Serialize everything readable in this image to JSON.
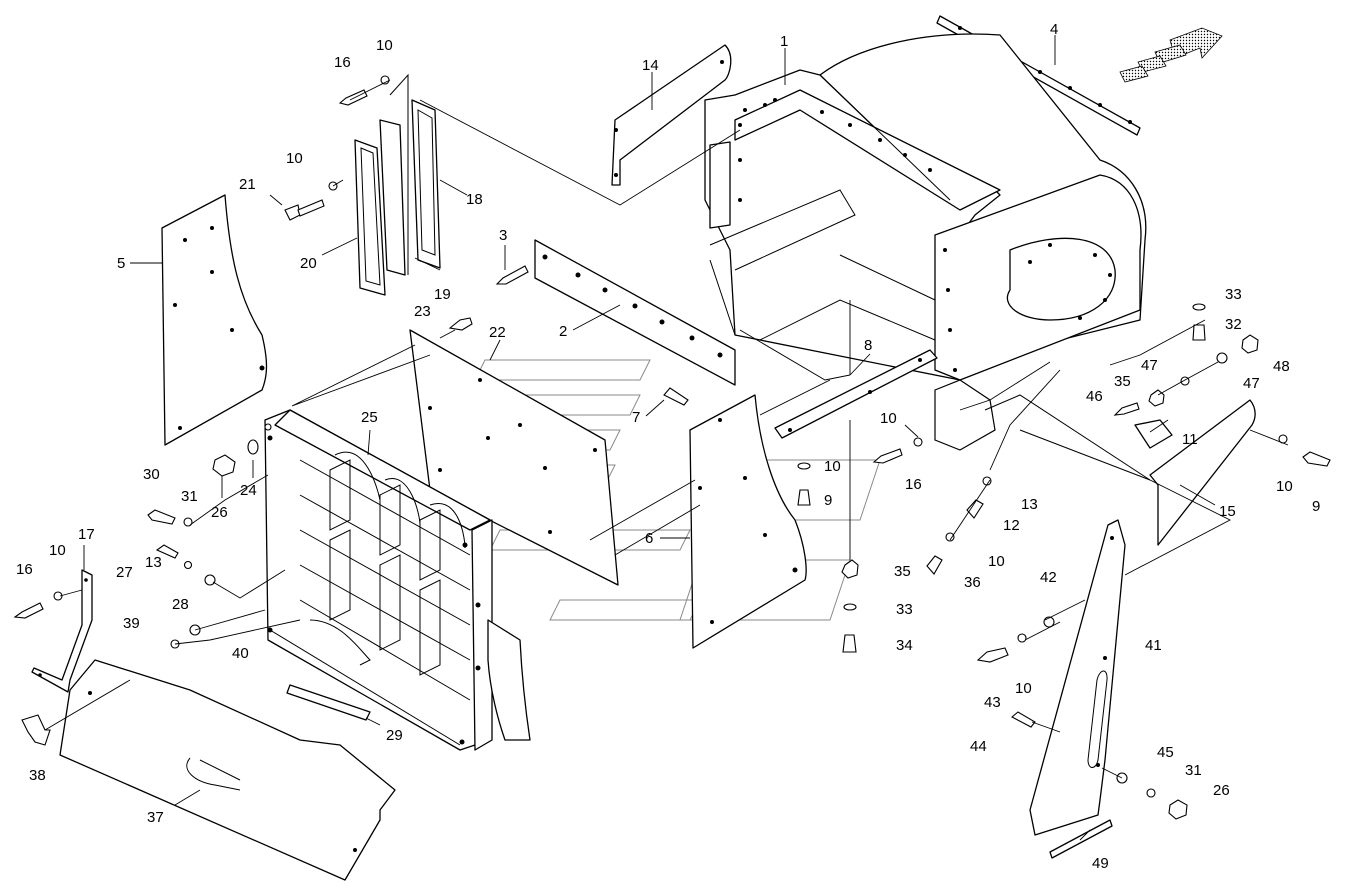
{
  "diagram": {
    "callouts": [
      {
        "id": "c-1",
        "text": "1"
      },
      {
        "id": "c-2",
        "text": "2"
      },
      {
        "id": "c-3",
        "text": "3"
      },
      {
        "id": "c-4",
        "text": "4"
      },
      {
        "id": "c-5",
        "text": "5"
      },
      {
        "id": "c-6",
        "text": "6"
      },
      {
        "id": "c-7",
        "text": "7"
      },
      {
        "id": "c-8",
        "text": "8"
      },
      {
        "id": "c-9a",
        "text": "9"
      },
      {
        "id": "c-9b",
        "text": "9"
      },
      {
        "id": "c-10a",
        "text": "10"
      },
      {
        "id": "c-10b",
        "text": "10"
      },
      {
        "id": "c-10c",
        "text": "10"
      },
      {
        "id": "c-10d",
        "text": "10"
      },
      {
        "id": "c-10e",
        "text": "10"
      },
      {
        "id": "c-10f",
        "text": "10"
      },
      {
        "id": "c-10g",
        "text": "10"
      },
      {
        "id": "c-10h",
        "text": "10"
      },
      {
        "id": "c-11",
        "text": "11"
      },
      {
        "id": "c-12",
        "text": "12"
      },
      {
        "id": "c-13a",
        "text": "13"
      },
      {
        "id": "c-13b",
        "text": "13"
      },
      {
        "id": "c-14",
        "text": "14"
      },
      {
        "id": "c-15",
        "text": "15"
      },
      {
        "id": "c-16a",
        "text": "16"
      },
      {
        "id": "c-16b",
        "text": "16"
      },
      {
        "id": "c-16c",
        "text": "16"
      },
      {
        "id": "c-17",
        "text": "17"
      },
      {
        "id": "c-18",
        "text": "18"
      },
      {
        "id": "c-19",
        "text": "19"
      },
      {
        "id": "c-20",
        "text": "20"
      },
      {
        "id": "c-21",
        "text": "21"
      },
      {
        "id": "c-22",
        "text": "22"
      },
      {
        "id": "c-23",
        "text": "23"
      },
      {
        "id": "c-24",
        "text": "24"
      },
      {
        "id": "c-25",
        "text": "25"
      },
      {
        "id": "c-26a",
        "text": "26"
      },
      {
        "id": "c-26b",
        "text": "26"
      },
      {
        "id": "c-27",
        "text": "27"
      },
      {
        "id": "c-28",
        "text": "28"
      },
      {
        "id": "c-29",
        "text": "29"
      },
      {
        "id": "c-30",
        "text": "30"
      },
      {
        "id": "c-31a",
        "text": "31"
      },
      {
        "id": "c-31b",
        "text": "31"
      },
      {
        "id": "c-32",
        "text": "32"
      },
      {
        "id": "c-33a",
        "text": "33"
      },
      {
        "id": "c-33b",
        "text": "33"
      },
      {
        "id": "c-34",
        "text": "34"
      },
      {
        "id": "c-35a",
        "text": "35"
      },
      {
        "id": "c-35b",
        "text": "35"
      },
      {
        "id": "c-36",
        "text": "36"
      },
      {
        "id": "c-37",
        "text": "37"
      },
      {
        "id": "c-38",
        "text": "38"
      },
      {
        "id": "c-39",
        "text": "39"
      },
      {
        "id": "c-40",
        "text": "40"
      },
      {
        "id": "c-41",
        "text": "41"
      },
      {
        "id": "c-42",
        "text": "42"
      },
      {
        "id": "c-43",
        "text": "43"
      },
      {
        "id": "c-44",
        "text": "44"
      },
      {
        "id": "c-45",
        "text": "45"
      },
      {
        "id": "c-46",
        "text": "46"
      },
      {
        "id": "c-47a",
        "text": "47"
      },
      {
        "id": "c-47b",
        "text": "47"
      },
      {
        "id": "c-48",
        "text": "48"
      },
      {
        "id": "c-49",
        "text": "49"
      }
    ],
    "colors": {
      "stroke": "#000000",
      "background": "#ffffff",
      "watermark": "#8a8a8a"
    },
    "icons": {
      "direction": "direction-arrow-icon"
    }
  }
}
